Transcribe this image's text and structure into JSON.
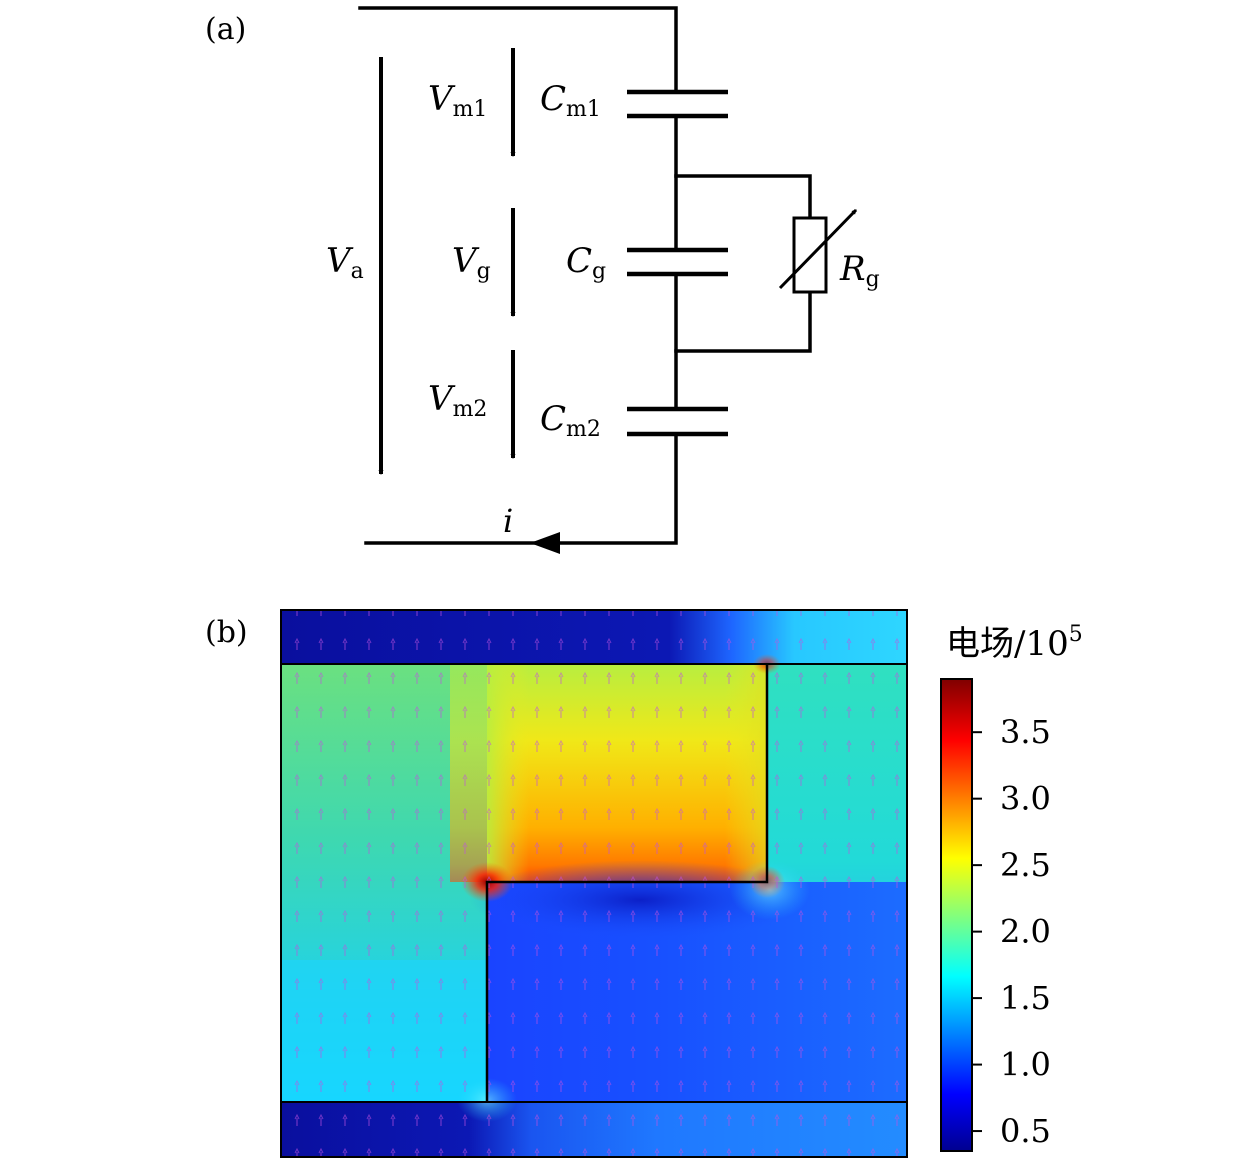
{
  "panel_a": {
    "label": "(a)",
    "voltages": {
      "Va": {
        "sym": "V",
        "sub": "a"
      },
      "Vm1": {
        "sym": "V",
        "sub": "m1"
      },
      "Vg": {
        "sym": "V",
        "sub": "g"
      },
      "Vm2": {
        "sym": "V",
        "sub": "m2"
      }
    },
    "capacitors": {
      "Cm1": {
        "sym": "C",
        "sub": "m1"
      },
      "Cg": {
        "sym": "C",
        "sub": "g"
      },
      "Cm2": {
        "sym": "C",
        "sub": "m2"
      }
    },
    "resistor": {
      "sym": "R",
      "sub": "g"
    },
    "current": "i"
  },
  "panel_b": {
    "label": "(b)",
    "colorbar": {
      "title": "电场/10",
      "title_exp": "5",
      "ticks": [
        "3.5",
        "3.0",
        "2.5",
        "2.0",
        "1.5",
        "1.0",
        "0.5"
      ],
      "tick_values": [
        3.5,
        3.0,
        2.5,
        2.0,
        1.5,
        1.0,
        0.5
      ],
      "range": [
        0.35,
        3.9
      ],
      "colormap": [
        "#00008f",
        "#0000ff",
        "#00ffff",
        "#ffff00",
        "#ff0000",
        "#800000"
      ]
    }
  }
}
